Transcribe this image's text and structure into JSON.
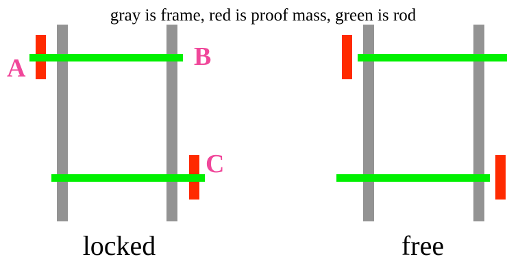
{
  "caption": "gray is frame, red is proof mass, green is rod",
  "labels": {
    "a": "A",
    "b": "B",
    "c": "C"
  },
  "panels": {
    "locked": "locked",
    "free": "free"
  },
  "colors": {
    "frame": "#939393",
    "proof_mass": "#ff2a00",
    "rod": "#00f000",
    "label": "#f0479a",
    "text": "#000000",
    "background": "#ffffff"
  }
}
